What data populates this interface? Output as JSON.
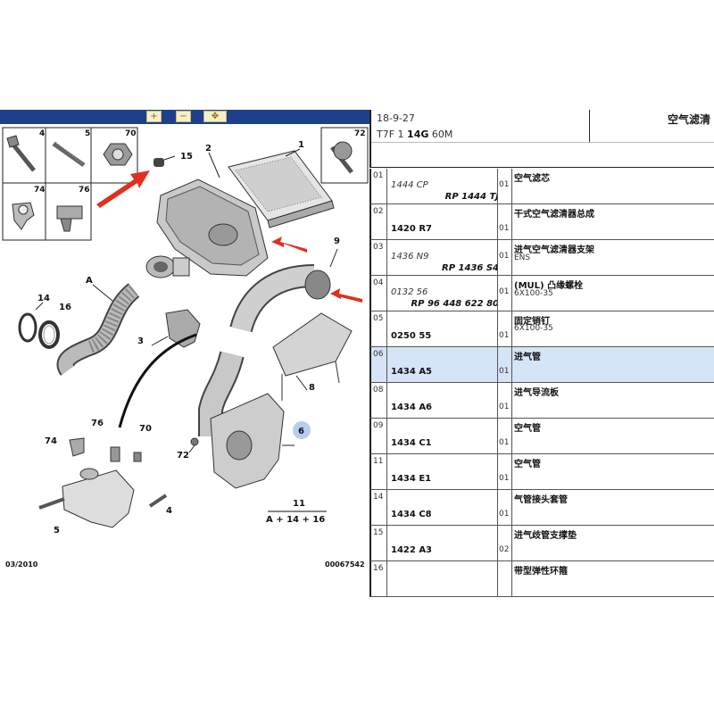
{
  "toolbar": {
    "buttons": [
      {
        "name": "zoom-in-icon",
        "glyph": "+"
      },
      {
        "name": "zoom-out-icon",
        "glyph": "−"
      },
      {
        "name": "zoom-fit-icon",
        "glyph": "✥"
      }
    ]
  },
  "diagram": {
    "callouts": [
      "4",
      "5",
      "70",
      "74",
      "76",
      "72",
      "15",
      "2",
      "1",
      "9",
      "A",
      "14",
      "16",
      "3",
      "8",
      "6",
      "72",
      "76",
      "70",
      "74",
      "4",
      "5",
      "11"
    ],
    "highlighted_callout": "6",
    "formula": "A + 14 + 16",
    "footer_left": "03/2010",
    "footer_right": "00067542"
  },
  "header": {
    "date": "18-9-27",
    "model_prefix": "T7F 1 ",
    "model_bold": "14G",
    "model_suffix": " 60M",
    "title": "空气滤清"
  },
  "parts": [
    {
      "idx": "01",
      "alt": "1444 CP",
      "main": "",
      "rp": "RP 1444 TJ",
      "qty": "01",
      "name": "空气滤芯",
      "extra": ""
    },
    {
      "idx": "02",
      "alt": "",
      "main": "1420 R7",
      "rp": "",
      "qty": "01",
      "name": "干式空气滤清器总成",
      "extra": ""
    },
    {
      "idx": "03",
      "alt": "1436 N9",
      "main": "",
      "rp": "RP 1436 S4",
      "qty": "01",
      "name": "进气空气滤清器支架",
      "extra": "ENS"
    },
    {
      "idx": "04",
      "alt": "0132 56",
      "main": "",
      "rp": "RP 96 448 622 80",
      "qty": "01",
      "name": "(MUL) 凸缘螺栓",
      "extra": "6X100-35"
    },
    {
      "idx": "05",
      "alt": "",
      "main": "0250 55",
      "rp": "",
      "qty": "01",
      "name": "固定销钉",
      "extra": "6X100-35"
    },
    {
      "idx": "06",
      "alt": "",
      "main": "1434 A5",
      "rp": "",
      "qty": "01",
      "name": "进气管",
      "extra": "",
      "selected": true
    },
    {
      "idx": "08",
      "alt": "",
      "main": "1434 A6",
      "rp": "",
      "qty": "01",
      "name": "进气导流板",
      "extra": ""
    },
    {
      "idx": "09",
      "alt": "",
      "main": "1434 C1",
      "rp": "",
      "qty": "01",
      "name": "空气管",
      "extra": ""
    },
    {
      "idx": "11",
      "alt": "",
      "main": "1434 E1",
      "rp": "",
      "qty": "01",
      "name": "空气管",
      "extra": ""
    },
    {
      "idx": "14",
      "alt": "",
      "main": "1434 C8",
      "rp": "",
      "qty": "01",
      "name": "气管接头套管",
      "extra": ""
    },
    {
      "idx": "15",
      "alt": "",
      "main": "1422 A3",
      "rp": "",
      "qty": "02",
      "name": "进气歧管支撑垫",
      "extra": ""
    },
    {
      "idx": "16",
      "alt": "",
      "main": "",
      "rp": "",
      "qty": "",
      "name": "带型弹性环箍",
      "extra": ""
    }
  ],
  "colors": {
    "toolbar": "#1d3f8c",
    "selected_row": "#d6e4f7",
    "arrow": "#e03020",
    "highlight_circle": "#b7cdf0"
  }
}
